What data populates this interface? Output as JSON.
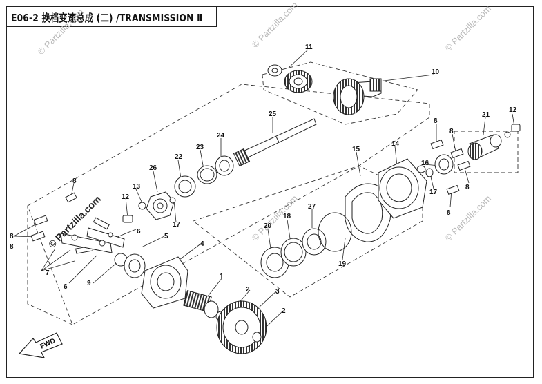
{
  "title": "E06-2 换档变速总成 (二) /TRANSMISSION Ⅱ",
  "watermark": "© Partzilla.com",
  "watermark_strong": "© Partzilla.com",
  "fwd_label": "FWD",
  "callouts": [
    "11",
    "10",
    "25",
    "24",
    "23",
    "22",
    "26",
    "13",
    "12",
    "17",
    "8",
    "8",
    "8",
    "7",
    "6",
    "6",
    "5",
    "9",
    "4",
    "1",
    "2",
    "3",
    "2",
    "20",
    "18",
    "27",
    "19",
    "15",
    "14",
    "16",
    "17",
    "8",
    "8",
    "21",
    "12",
    "8",
    "8"
  ]
}
